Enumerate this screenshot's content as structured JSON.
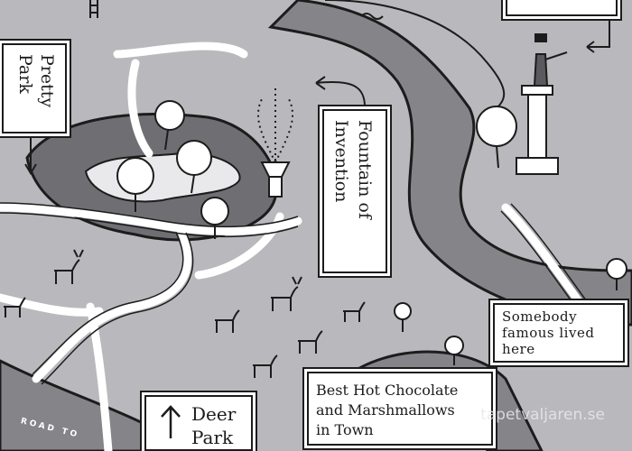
{
  "labels": {
    "pretty_park": [
      "Pretty",
      "Park"
    ],
    "fountain": [
      "Fountain of",
      "Invention"
    ],
    "famous": [
      "Somebody",
      "famous lived",
      "here"
    ],
    "hot_chocolate": [
      "Best Hot Chocolate",
      "and Marshmallows",
      "in Town"
    ],
    "deer_park": [
      "Deer",
      "Park"
    ],
    "road": "ROAD TO",
    "watermark": "tapetvaljaren.se"
  },
  "colors": {
    "background": "#b9b9bd",
    "river": "#858589",
    "pond": "#6f6f73",
    "paths": "#ffffff",
    "ink": "#1c1c1c"
  }
}
